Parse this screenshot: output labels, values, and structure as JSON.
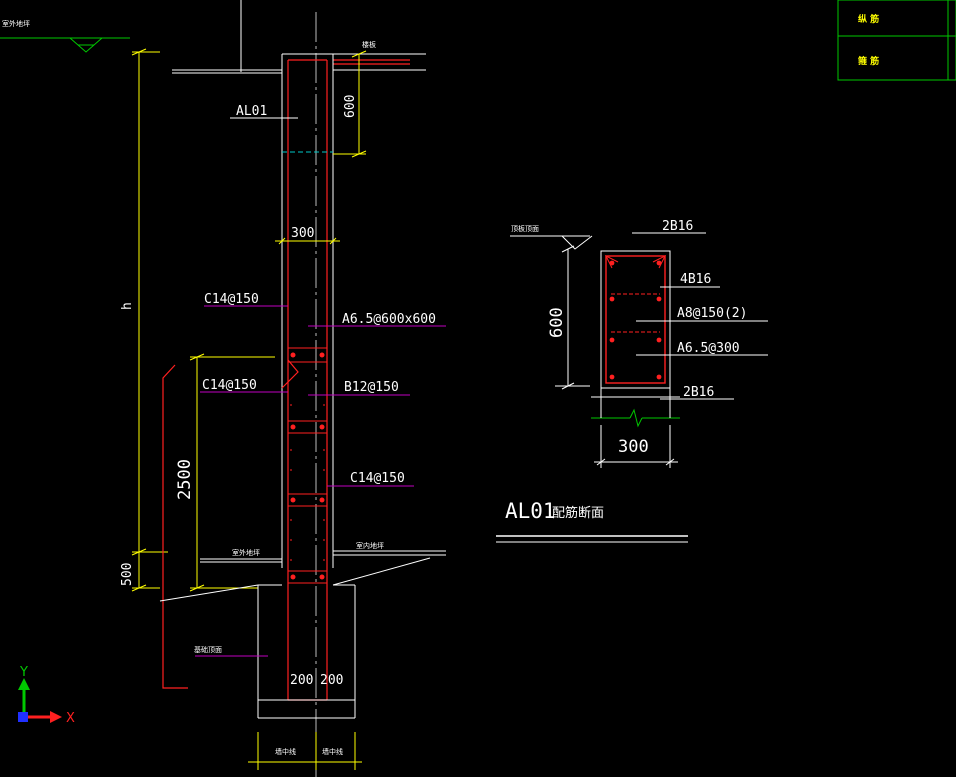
{
  "section": {
    "ground_label": "室外地坪",
    "label_top_right": "楼板",
    "dim_600": "600",
    "label_AL01": "AL01",
    "dim_300": "300",
    "label_C14_1": "C14@150",
    "label_A65_600": "A6.5@600x600",
    "label_C14_2": "C14@150",
    "label_B12": "B12@150",
    "label_C14_3": "C14@150",
    "dim_h": "h",
    "dim_2500": "2500",
    "dim_500": "500",
    "label_left_floor": "室外地坪",
    "label_right_floor": "室内地坪",
    "label_base": "基础顶面",
    "dim_200a": "200",
    "dim_200b": "200",
    "label_bot_left": "墙中线",
    "label_bot_right": "墙中线"
  },
  "detail": {
    "label_top_left": "顶板顶面",
    "label_2B16_top": "2B16",
    "label_4B16": "4B16",
    "label_A8": "A8@150(2)",
    "label_A65": "A6.5@300",
    "label_2B16_bot": "2B16",
    "dim_600": "600",
    "dim_300": "300",
    "title": "AL01",
    "title_suffix": "配筋断面"
  },
  "legend": {
    "row1": "纵  筋",
    "row2": "箍  筋"
  },
  "axes": {
    "y_label": "Y",
    "x_label": "X"
  },
  "colors": {
    "background": "#000000",
    "outline": "#ffffff",
    "rebar": "#ff2020",
    "dimension": "#ffff00",
    "leader": "#c000c0",
    "legend": "#00c800",
    "cyan": "#00c8c8"
  }
}
